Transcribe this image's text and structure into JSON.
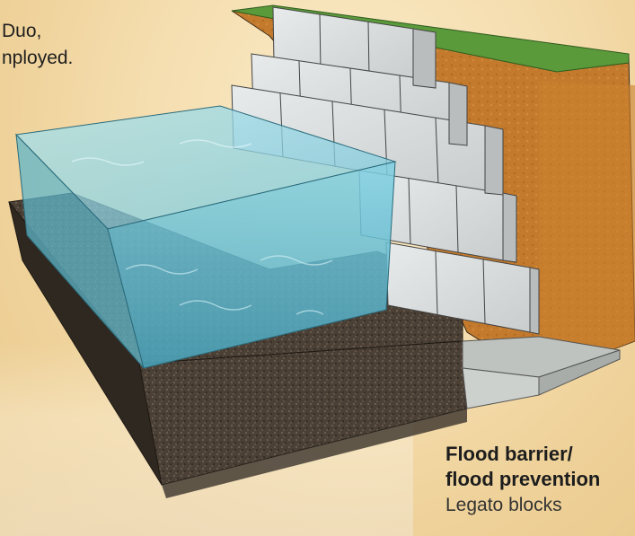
{
  "intro_text": {
    "line1": "Duo,",
    "line2": "nployed."
  },
  "caption": {
    "title_line1": "Flood barrier/",
    "title_line2": "flood prevention",
    "subtitle": "Legato blocks"
  },
  "colors": {
    "background": "#f5deb0",
    "earth": "#c47a2a",
    "grass": "#5a9a3a",
    "block": "#d8dcdc",
    "water": "#6fc3d6",
    "gravel": "#4a3f34",
    "foundation": "#c8ccc8"
  }
}
